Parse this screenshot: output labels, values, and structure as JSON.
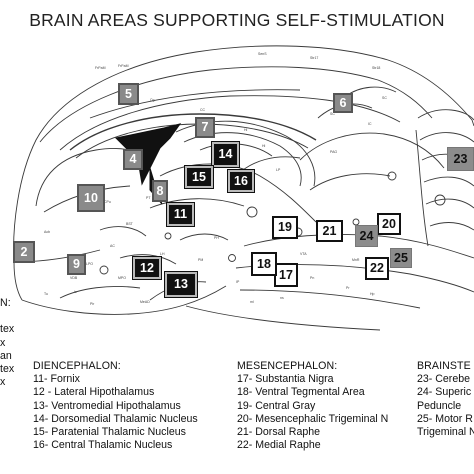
{
  "title": "BRAIN AREAS SUPPORTING SELF-STIMULATION",
  "regions": [
    {
      "id": "2",
      "group": "telencephalon"
    },
    {
      "id": "4",
      "group": "telencephalon"
    },
    {
      "id": "5",
      "group": "telencephalon"
    },
    {
      "id": "6",
      "group": "telencephalon"
    },
    {
      "id": "7",
      "group": "telencephalon"
    },
    {
      "id": "8",
      "group": "telencephalon"
    },
    {
      "id": "9",
      "group": "telencephalon"
    },
    {
      "id": "10",
      "group": "telencephalon"
    },
    {
      "id": "11",
      "group": "diencephalon"
    },
    {
      "id": "12",
      "group": "diencephalon"
    },
    {
      "id": "13",
      "group": "diencephalon"
    },
    {
      "id": "14",
      "group": "diencephalon"
    },
    {
      "id": "15",
      "group": "diencephalon"
    },
    {
      "id": "16",
      "group": "diencephalon"
    },
    {
      "id": "17",
      "group": "mesencephalon"
    },
    {
      "id": "18",
      "group": "mesencephalon"
    },
    {
      "id": "19",
      "group": "mesencephalon"
    },
    {
      "id": "20",
      "group": "mesencephalon"
    },
    {
      "id": "21",
      "group": "mesencephalon"
    },
    {
      "id": "22",
      "group": "mesencephalon"
    },
    {
      "id": "23",
      "group": "brainstem"
    },
    {
      "id": "24",
      "group": "brainstem"
    },
    {
      "id": "25",
      "group": "brainstem"
    }
  ],
  "atlas_labels": [
    "FrPaM",
    "SenS",
    "Str17",
    "Str18",
    "FrPaM",
    "Cg",
    "CC",
    "Hi",
    "Hi",
    "LP",
    "IC",
    "SC",
    "PAG",
    "SC",
    "Tu",
    "Pir",
    "LH",
    "PM",
    "MeAD",
    "PH",
    "Pn",
    "Pr",
    "Hp",
    "MnR",
    "DR",
    "VTA",
    "IP",
    "ml",
    "ns",
    "LPO",
    "MPO",
    "AC",
    "lo",
    "VDB",
    "Acb",
    "CPu",
    "PT",
    "BST"
  ],
  "legend": {
    "telencephalon": {
      "header": "N:",
      "items": [
        "tex",
        "x",
        "an",
        "tex",
        "x"
      ]
    },
    "diencephalon": {
      "header": "DIENCEPHALON:",
      "items": [
        "11- Fornix",
        "12 - Lateral Hipothalamus",
        "13- Ventromedial Hipothalamus",
        "14- Dorsomedial Thalamic Nucleus",
        "15- Paratenial Thalamic Nucleus",
        "16- Central Thalamic Nucleus"
      ]
    },
    "mesencephalon": {
      "header": "MESENCEPHALON:",
      "items": [
        "17- Substantia Nigra",
        "18- Ventral Tegmental Area",
        "19- Central Gray",
        "20- Mesencephalic Trigeminal N",
        "21- Dorsal Raphe",
        "22- Medial Raphe"
      ]
    },
    "brainstem": {
      "header": "BRAINSTE",
      "items": [
        "23- Cerebe",
        "24- Superic",
        "Peduncle",
        "25- Motor R",
        "Trigeminal N"
      ]
    }
  }
}
